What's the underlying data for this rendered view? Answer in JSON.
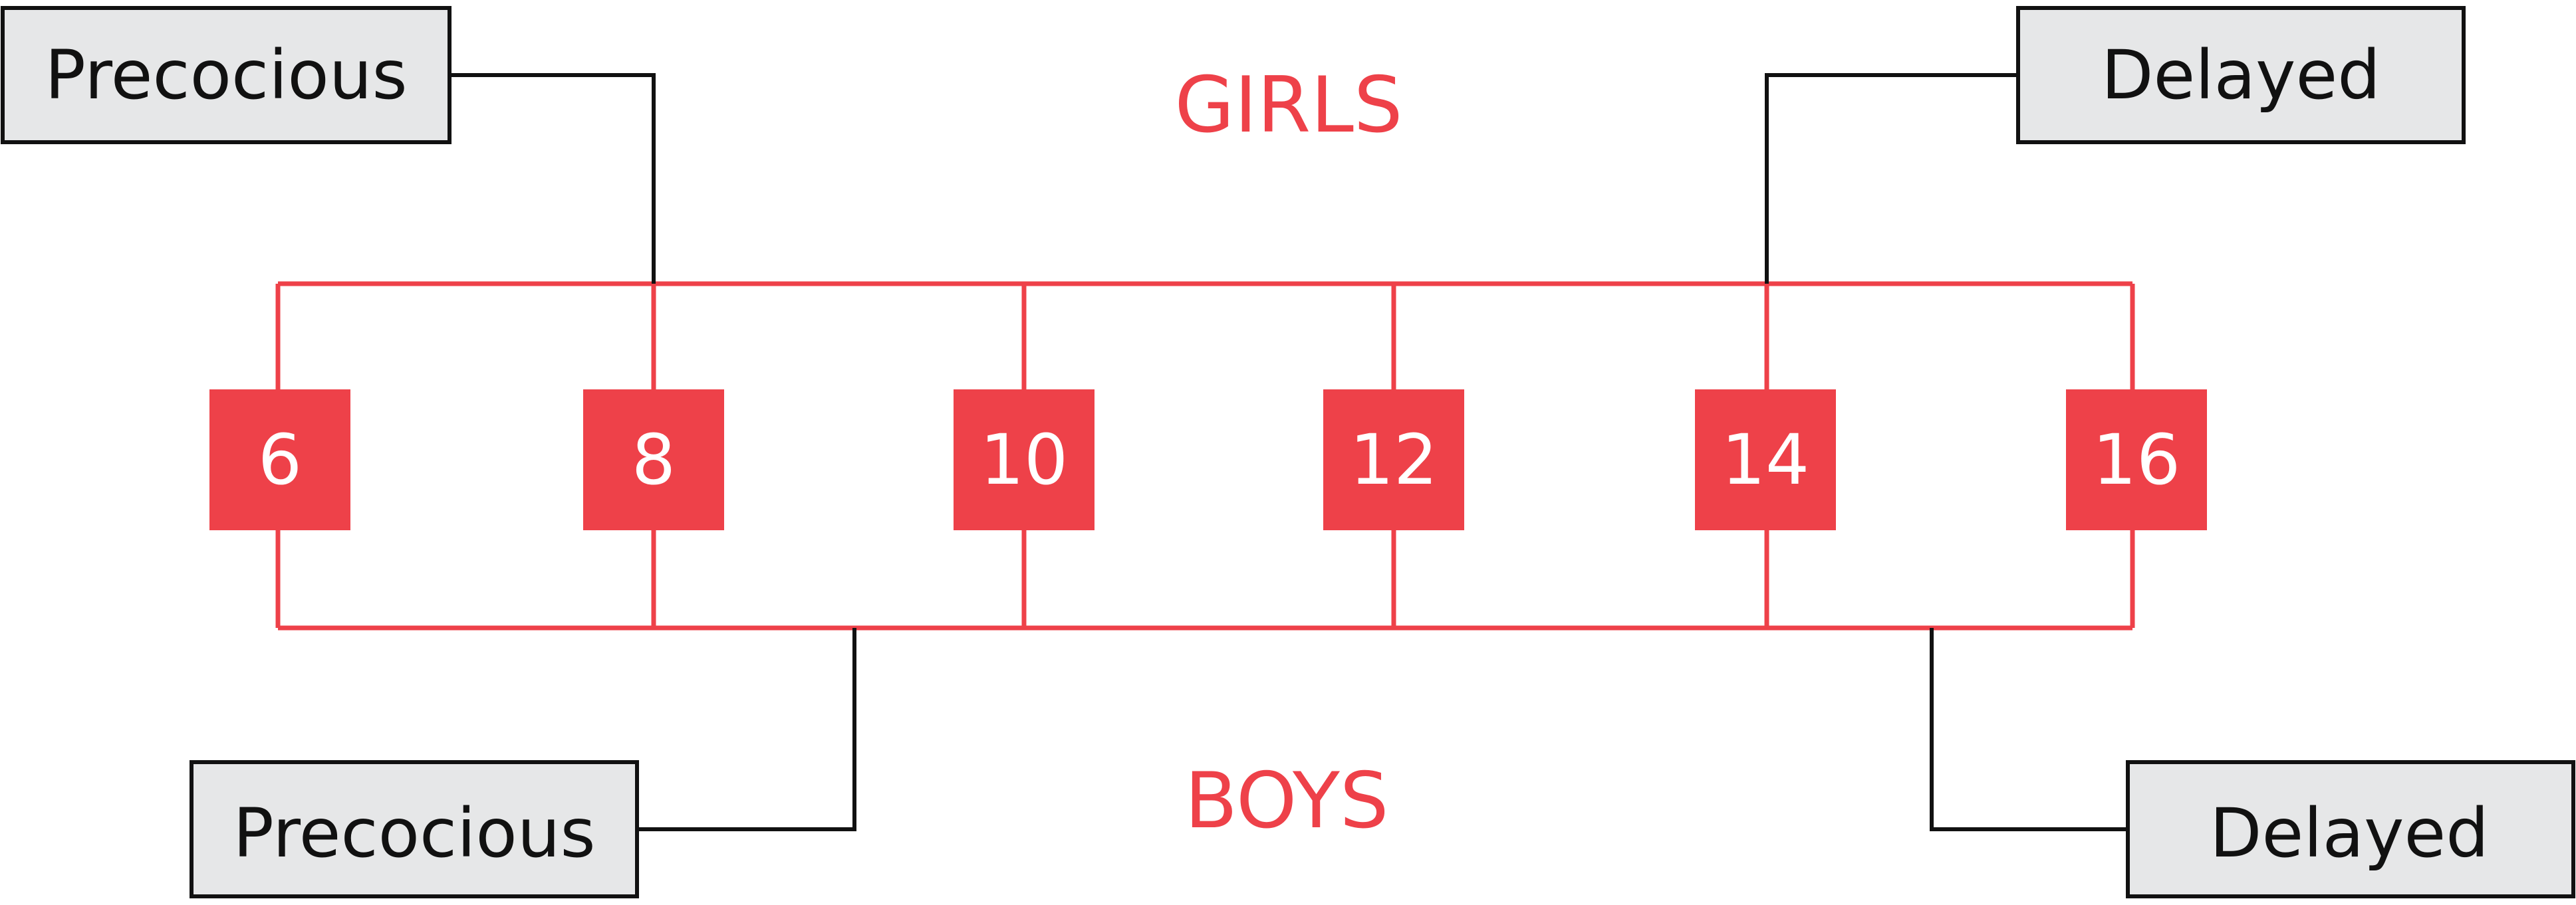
{
  "colors": {
    "accent": "#ee4149",
    "box_fill": "#e6e7e8",
    "box_stroke": "#111111",
    "connector": "#111111",
    "age_text": "#ffffff"
  },
  "girls": {
    "title": "GIRLS",
    "precocious_label": "Precocious",
    "delayed_label": "Delayed"
  },
  "boys": {
    "title": "BOYS",
    "precocious_label": "Precocious",
    "delayed_label": "Delayed"
  },
  "ages": [
    "6",
    "8",
    "10",
    "12",
    "14",
    "16"
  ]
}
